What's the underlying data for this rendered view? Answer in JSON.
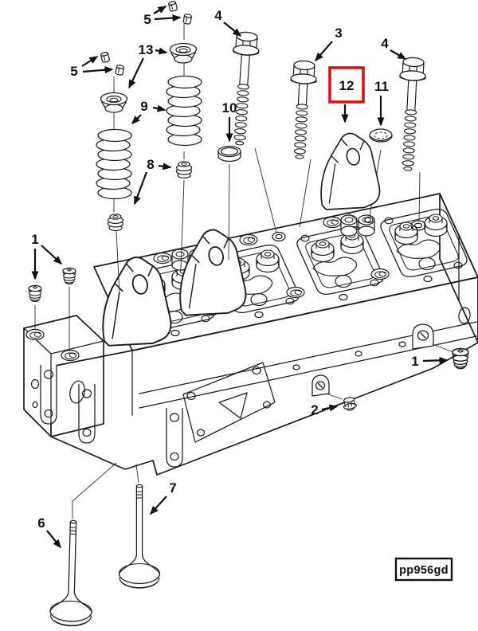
{
  "diagram": {
    "code_label": "pp956gd",
    "colors": {
      "line": "#1c1c1c",
      "background": "#ffffff",
      "highlight_box": "#dd1111"
    },
    "callouts": {
      "c1_left": "1",
      "c1_right": "1",
      "c2": "2",
      "c3": "3",
      "c4_left": "4",
      "c4_right": "4",
      "c5_top": "5",
      "c5_left": "5",
      "c6": "6",
      "c7": "7",
      "c8": "8",
      "c9": "9",
      "c10": "10",
      "c11": "11",
      "c12": "12",
      "c13": "13"
    }
  }
}
